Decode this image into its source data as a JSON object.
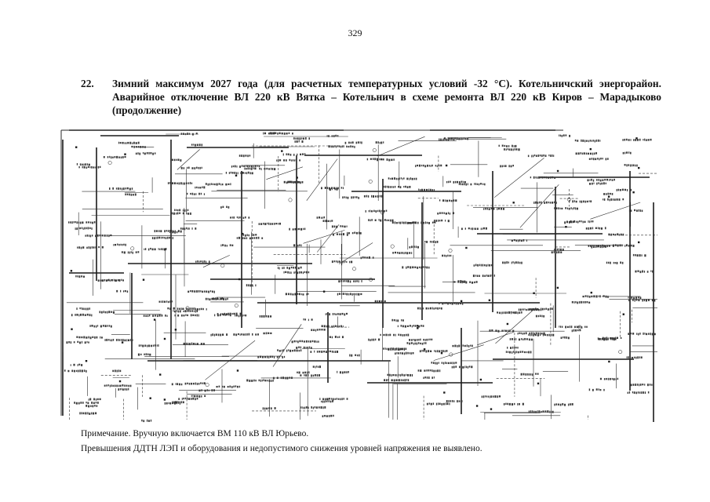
{
  "page": {
    "number": "329"
  },
  "section": {
    "number": "22.",
    "title": "Зимний максимум 2027 года (для расчетных температурных условий -32 °С). Котельничский энергорайон. Аварийное отключение ВЛ 220 кВ Вятка – Котельнич в схеме ремонта ВЛ 220 кВ Киров – Марадыково (продолжение)"
  },
  "notes": {
    "line1": "Примечание. Вручную включается ВМ 110 кВ ВЛ Юрьево.",
    "line2": "Превышения ДДТН ЛЭП и оборудования и недопустимого снижения уровней напряжения не выявлено."
  }
}
